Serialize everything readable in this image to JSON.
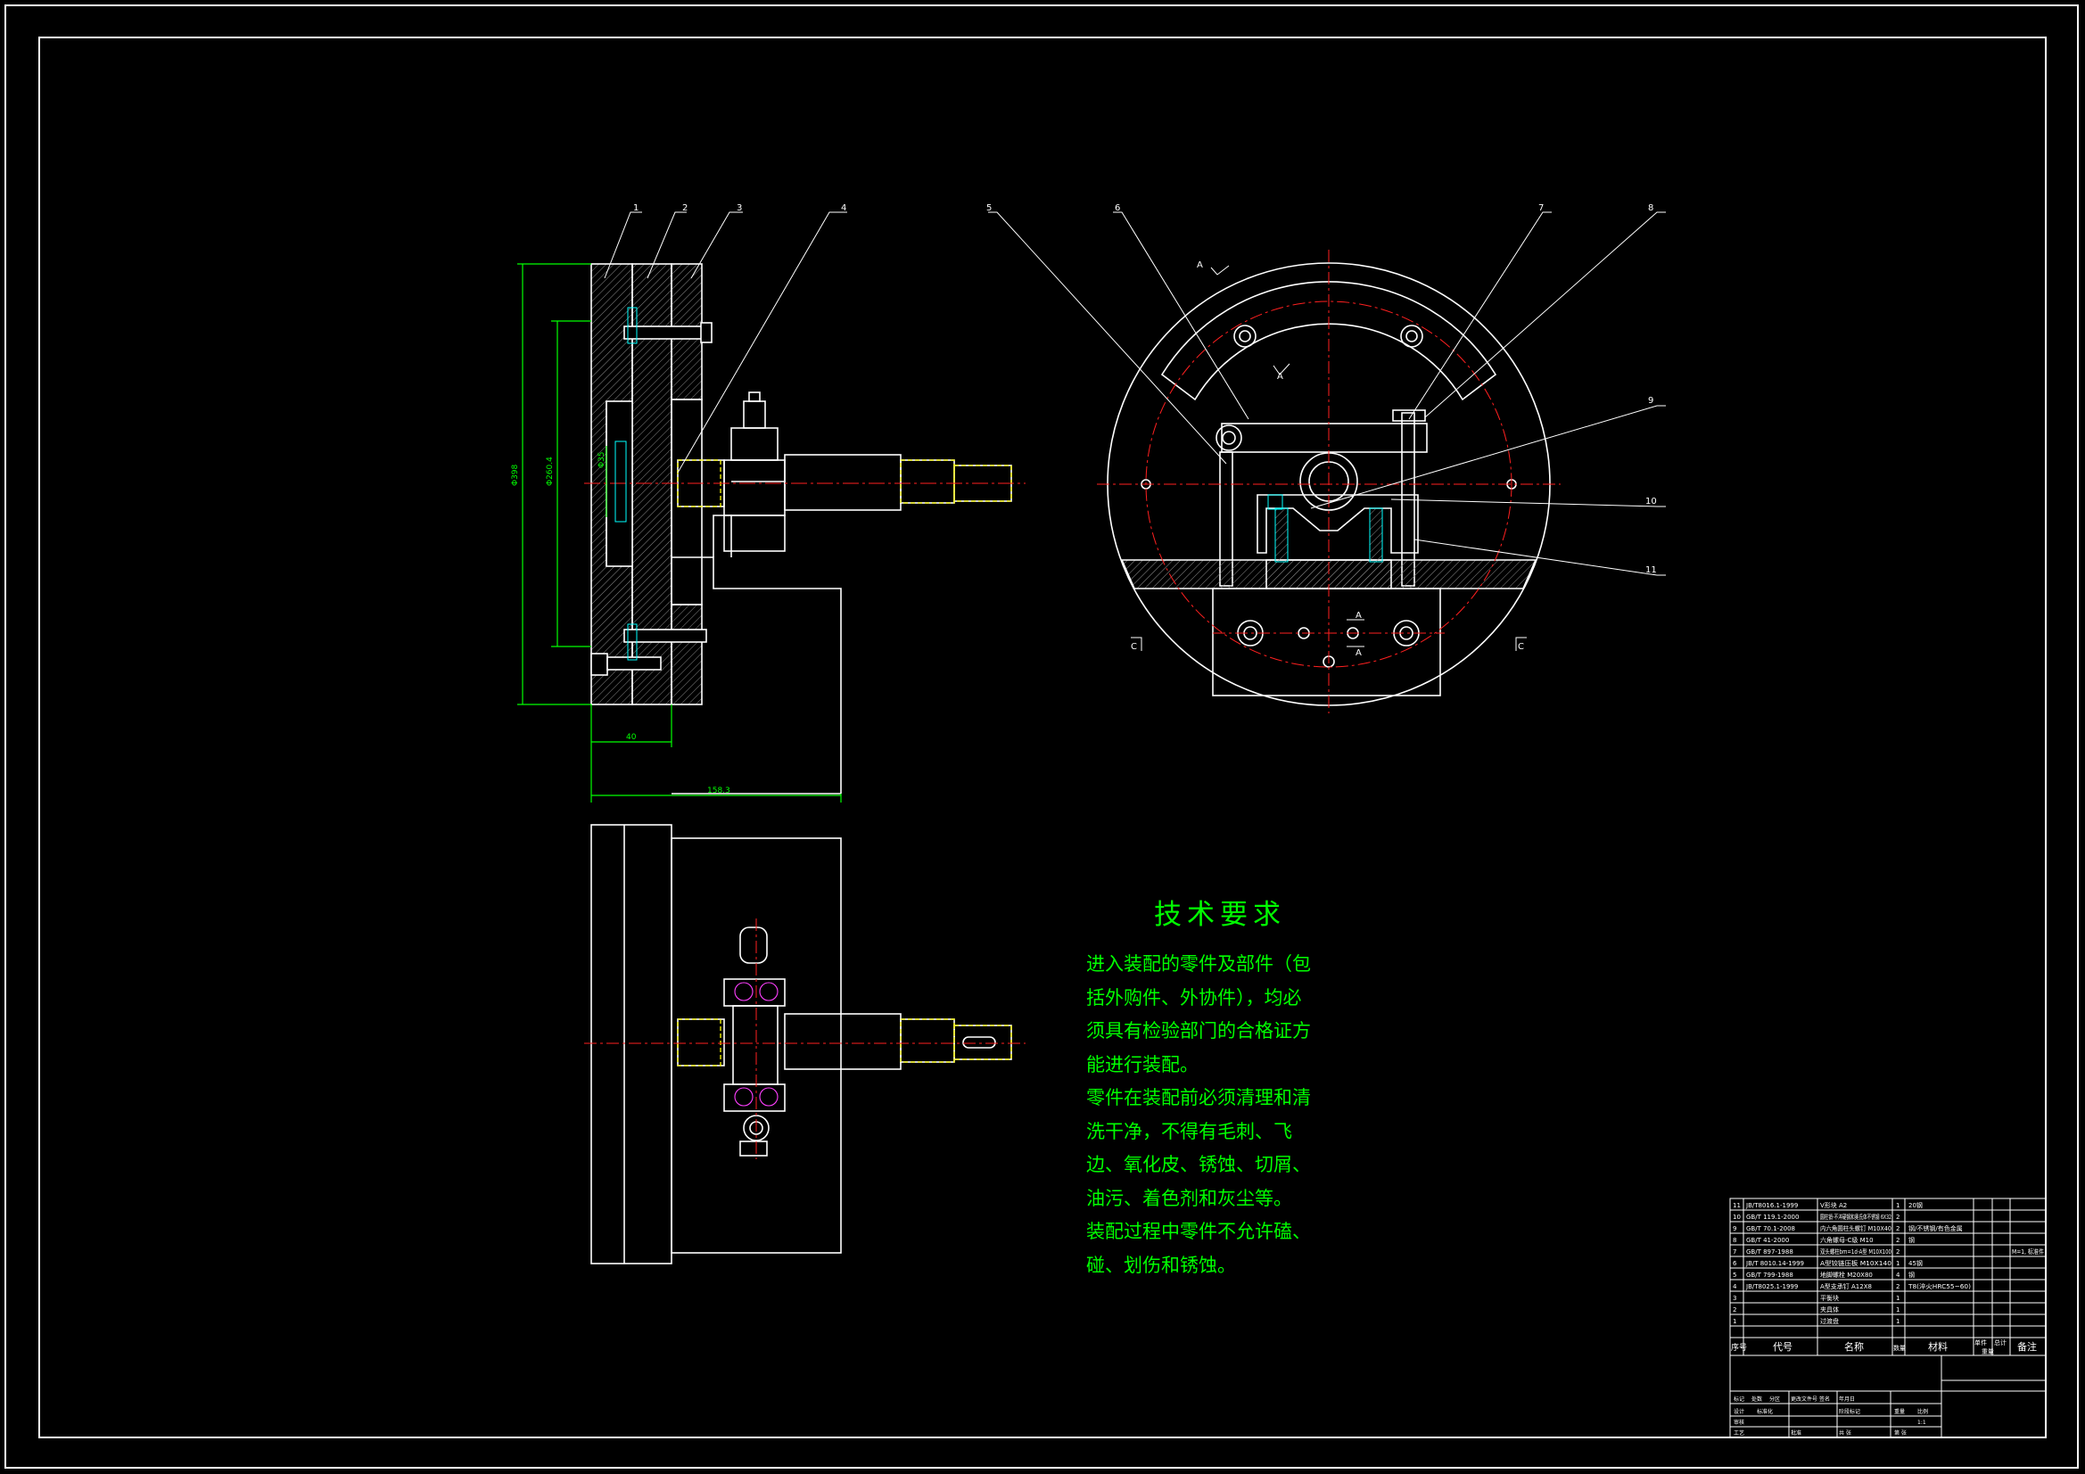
{
  "drawing": {
    "colors": {
      "background": "#000000",
      "outline": "#ffffff",
      "dimension": "#00ff00",
      "centerline": "#ff2020",
      "hidden": "#ffff00",
      "section": "#00ffff"
    },
    "front_view": {
      "balloons": [
        "1",
        "2",
        "3",
        "4"
      ],
      "dimensions": {
        "height_total": "Φ398",
        "height_inner": "Φ260.4",
        "width_small": "40",
        "width_total": "158.3",
        "bore": "Φ35"
      }
    },
    "side_view": {
      "balloons": [
        "5",
        "6",
        "7",
        "8",
        "9",
        "10",
        "11"
      ],
      "section_marks": [
        "A",
        "A",
        "A",
        "A",
        "C",
        "C"
      ]
    }
  },
  "technical_requirements": {
    "title": "技术要求",
    "lines": [
      "进入装配的零件及部件（包括外购件、外协件），均必须具有检验部门的合格证方能进行装配。",
      "零件在装配前必须清理和清洗干净，不得有毛刺、飞边、氧化皮、锈蚀、切屑、油污、着色剂和灰尘等。",
      "装配过程中零件不允许磕、碰、划伤和锈蚀。"
    ]
  },
  "parts_list": {
    "headers": {
      "no": "序号",
      "code": "代号",
      "name": "名称",
      "qty": "数量",
      "material": "材料",
      "unit": "单件",
      "total": "总计",
      "weight": "重量",
      "remark": "备注"
    },
    "rows": [
      {
        "no": "11",
        "code": "JB/T8016.1-1999",
        "name": "V形块 A2",
        "qty": "1",
        "material": "20钢",
        "remark": ""
      },
      {
        "no": "10",
        "code": "GB/T 119.1-2000",
        "name": "圆柱销-不淬硬钢和奥氏体不锈钢 6X32",
        "qty": "2",
        "material": "",
        "remark": ""
      },
      {
        "no": "9",
        "code": "GB/T 70.1-2008",
        "name": "内六角圆柱头螺钉 M10X40",
        "qty": "2",
        "material": "钢/不锈钢/有色金属",
        "remark": ""
      },
      {
        "no": "8",
        "code": "GB/T 41-2000",
        "name": "六角螺母-C级 M10",
        "qty": "2",
        "material": "钢",
        "remark": ""
      },
      {
        "no": "7",
        "code": "GB/T 897-1988",
        "name": "双头螺柱bm=1d-A型 M10X100",
        "qty": "2",
        "material": "",
        "remark": "M=1, 标准件"
      },
      {
        "no": "6",
        "code": "JB/T 8010.14-1999",
        "name": "A型铰链压板 M10X140",
        "qty": "1",
        "material": "45钢",
        "remark": ""
      },
      {
        "no": "5",
        "code": "GB/T 799-1988",
        "name": "地脚螺栓 M20X80",
        "qty": "4",
        "material": "钢",
        "remark": ""
      },
      {
        "no": "4",
        "code": "JB/T8025.1-1999",
        "name": "A型支承钉 A12X8",
        "qty": "2",
        "material": "T8(淬火HRC55~60)",
        "remark": ""
      },
      {
        "no": "3",
        "code": "",
        "name": "平衡块",
        "qty": "1",
        "material": "",
        "remark": ""
      },
      {
        "no": "2",
        "code": "",
        "name": "夹具体",
        "qty": "1",
        "material": "",
        "remark": ""
      },
      {
        "no": "1",
        "code": "",
        "name": "过渡盘",
        "qty": "1",
        "material": "",
        "remark": ""
      }
    ]
  },
  "title_block": {
    "cells": [
      "标记",
      "处数",
      "分区",
      "更改文件号",
      "签名",
      "年月日",
      "设计",
      "标准化",
      "阶段标记",
      "重量",
      "比例",
      "审核",
      "工艺",
      "批准",
      "共 张",
      "第 张",
      "1:1"
    ]
  }
}
